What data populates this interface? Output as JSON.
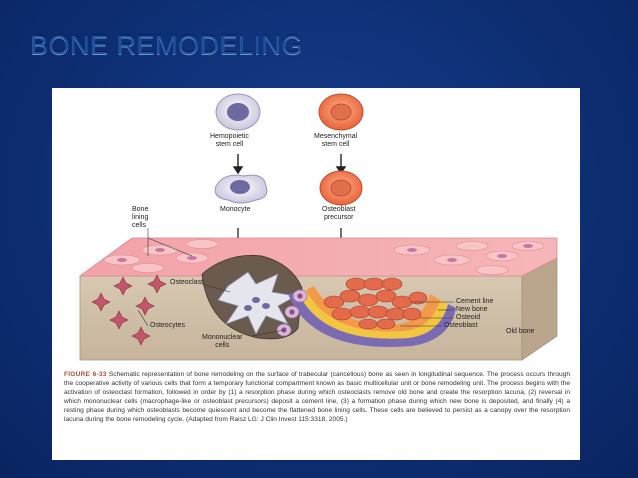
{
  "slide": {
    "title": "BONE REMODELING"
  },
  "figure": {
    "labels": {
      "hemopoietic": "Hemopoietic\nstem cell",
      "mesenchymal": "Mesenchymal\nstem cell",
      "monocyte": "Monocyte",
      "osteoblast_precursor": "Osteoblast\nprecursor",
      "bone_lining": "Bone\nlining\ncells",
      "osteoclast": "Osteoclast",
      "osteocytes": "Osteocytes",
      "mononuclear": "Mononuclear\ncells",
      "cement_line": "Cement line",
      "new_bone": "New bone",
      "osteoid": "Osteoid",
      "osteoblast": "Osteoblast",
      "old_bone": "Old bone"
    },
    "caption": {
      "figure_number": "FIGURE 6-33",
      "text": " Schematic representation of bone remodeling on the surface of trabecular (cancellous) bone as seen in longitudinal sequence. The process occurs through the cooperative activity of various cells that form a temporary functional compartment known as basic multicellular unit or bone remodeling unit. The process begins with the activation of osteoclast formation, followed in order by (1) a resorption phase during which osteoclasts remove old bone and create the resorption lacuna, (2) reversal in which mononuclear cells (macrophage-like or osteoblast precursors) deposit a cement line, (3) a formation phase during which new bone is deposited, and finally (4) a resting phase during which osteoblasts become quiescent and become the flattened bone lining cells. These cells are believed to persist as a canopy over the resorption lacuna during the bone remodeling cycle. (Adapted from Raisz LG: J Clin Invest 115:3318, 2005.)"
    }
  }
}
